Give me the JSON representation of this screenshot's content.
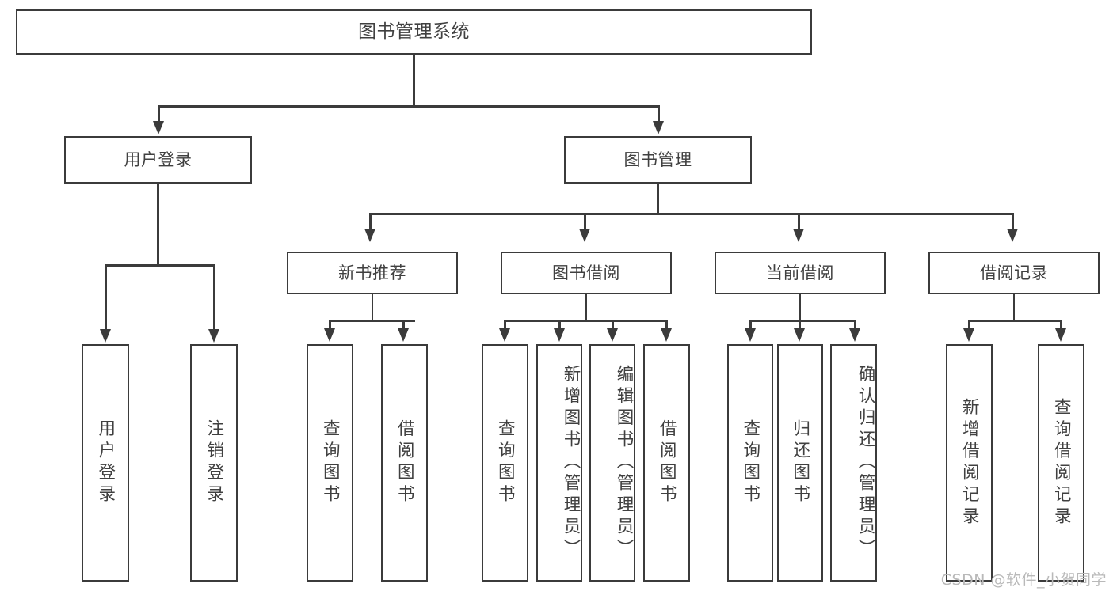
{
  "diagram": {
    "title": "图书管理系统",
    "watermark": "CSDN @软件_小贺同学",
    "colors": {
      "stroke": "#3b3b3b",
      "text": "#404040",
      "background": "#ffffff",
      "watermark": "#b9b9b9"
    }
  },
  "nodes": {
    "root": {
      "label": "图书管理系统"
    },
    "level2": [
      {
        "label": "用户登录"
      },
      {
        "label": "图书管理"
      }
    ],
    "level3": [
      {
        "label": "新书推荐"
      },
      {
        "label": "图书借阅"
      },
      {
        "label": "当前借阅"
      },
      {
        "label": "借阅记录"
      }
    ],
    "leaves": {
      "user_login": [
        {
          "label": "用户登录"
        },
        {
          "label": "注销登录"
        }
      ],
      "new_book_recommend": [
        {
          "label": "查询图书"
        },
        {
          "label": "借阅图书"
        }
      ],
      "book_borrow": [
        {
          "label": "查询图书"
        },
        {
          "label": "新增图书（管理员）"
        },
        {
          "label": "编辑图书（管理员）"
        },
        {
          "label": "借阅图书"
        }
      ],
      "current_borrow": [
        {
          "label": "查询图书"
        },
        {
          "label": "归还图书"
        },
        {
          "label": "确认归还（管理员）"
        }
      ],
      "borrow_records": [
        {
          "label": "新增借阅记录"
        },
        {
          "label": "查询借阅记录"
        }
      ]
    }
  }
}
